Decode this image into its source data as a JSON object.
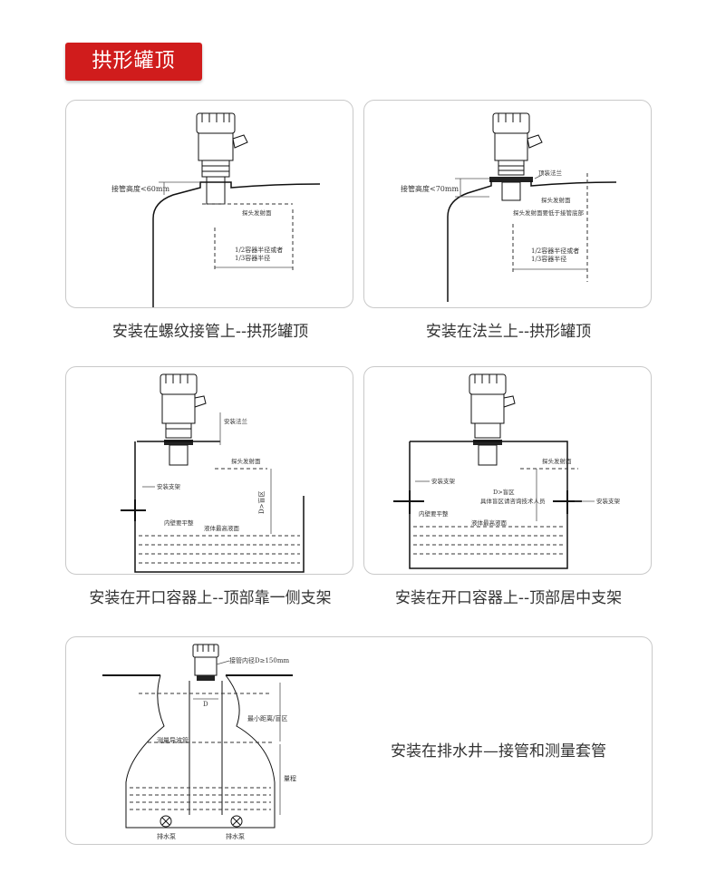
{
  "header": {
    "title": "拱形罐顶"
  },
  "panels": [
    {
      "caption": "安装在螺纹接管上--拱形罐顶",
      "labels": {
        "pipe_height": "接管高度<60mm",
        "emit": "探头发射面",
        "radius_1": "1/2容器半径或者",
        "radius_2": "1/3容器半径"
      }
    },
    {
      "caption": "安装在法兰上--拱形罐顶",
      "labels": {
        "pipe_height": "接管高度<70mm",
        "flange": "顶装法兰",
        "emit": "探头发射面",
        "emit_note": "探头发射面要低于接管底部",
        "radius_1": "1/2容器半径或者",
        "radius_2": "1/3容器半径"
      }
    },
    {
      "caption": "安装在开口容器上--顶部靠一侧支架",
      "labels": {
        "flange": "安装法兰",
        "emit": "探头发射面",
        "bracket": "安装支架",
        "blind": "D>盲区",
        "wall": "内壁要平整",
        "level": "液体最高液面"
      }
    },
    {
      "caption": "安装在开口容器上--顶部居中支架",
      "labels": {
        "emit": "探头发射面",
        "bracket_left": "安装支架",
        "blind": "D>盲区",
        "consult": "具体盲区请咨询技术人员",
        "wall": "内壁要平整",
        "level": "液体最高液面",
        "bracket_right": "安装支架"
      }
    },
    {
      "caption": "安装在排水井—接管和测量套管",
      "labels": {
        "pipe_dia": "接管内径D≥150mm",
        "min_dist": "最小距离/盲区",
        "guide_pipe": "测量导波管",
        "range": "量程",
        "pump_left": "排水泵",
        "pump_right": "排水泵",
        "d_mark": "D"
      }
    }
  ]
}
